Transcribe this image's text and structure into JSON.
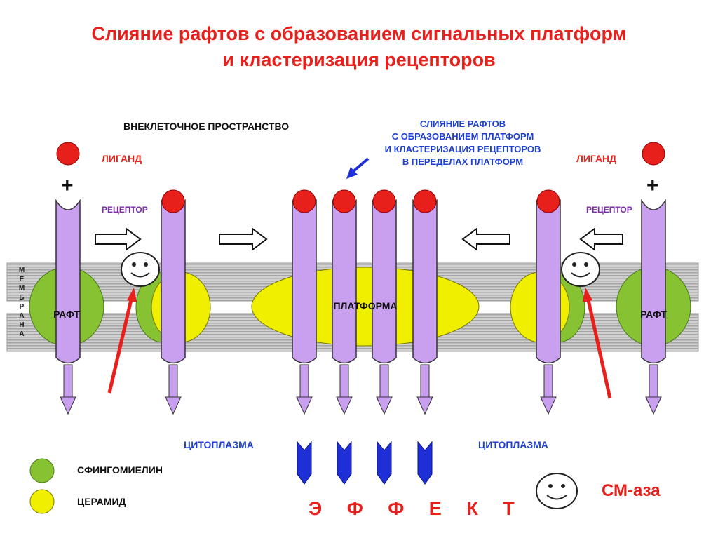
{
  "title": {
    "line1": "Слияние рафтов с образованием сигнальных платформ",
    "line2": "и кластеризация рецепторов"
  },
  "labels": {
    "extracellular": "ВНЕКЛЕТОЧНОЕ  ПРОСТРАНСТВО",
    "ligand": "ЛИГАНД",
    "receptor": "РЕЦЕПТОР",
    "raft": "РАФТ",
    "platform": "ПЛАТФОРМА",
    "cytoplasm": "ЦИТОПЛАЗМА",
    "plus": "+",
    "membrane_letters": [
      "М",
      "Е",
      "М",
      "Б",
      "Р",
      "А",
      "Н",
      "А"
    ]
  },
  "fusion_note": {
    "line1": "СЛИЯНИЕ РАФТОВ",
    "line2": "С ОБРАЗОВАНИЕМ ПЛАТФОРМ",
    "line3": "И КЛАСТЕРИЗАЦИЯ РЕЦЕПТОРОВ",
    "line4": "В ПЕРЕДЕЛАХ ПЛАТФОРМ"
  },
  "legend": {
    "sphingomyelin": "СФИНГОМИЕЛИН",
    "ceramide": "ЦЕРАМИД",
    "smase": "СМ-аза"
  },
  "effect": "Э Ф Ф Е К Т",
  "colors": {
    "title_red": "#e8201c",
    "receptor_violet": "#c9a0f0",
    "raft_green": "#86c232",
    "ceramide_yellow": "#f0ef00",
    "ligand_red": "#e8201c",
    "blue_arrow": "#1f2fd8",
    "membrane_gray": "#c8c8c8"
  }
}
